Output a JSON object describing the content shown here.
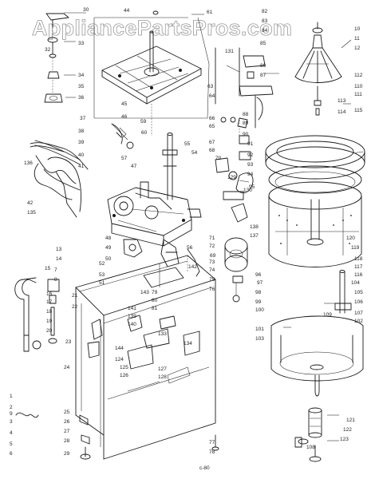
{
  "watermark": "AppliancePartsPros.com",
  "diagram_ref": "44",
  "tiny_mark": "c-80",
  "callouts": [
    "30",
    "33",
    "32",
    "34",
    "35",
    "36",
    "37",
    "38",
    "39",
    "40",
    "41",
    "42",
    "136",
    "45",
    "46",
    "47",
    "48",
    "49",
    "50",
    "51",
    "52",
    "53",
    "54",
    "55",
    "56",
    "57",
    "59",
    "60",
    "61",
    "63",
    "64",
    "65",
    "66",
    "67",
    "68",
    "69",
    "70",
    "71",
    "72",
    "73",
    "74",
    "75",
    "76",
    "77",
    "78",
    "79",
    "80",
    "81",
    "82",
    "83",
    "84",
    "85",
    "86",
    "87",
    "88",
    "89",
    "90",
    "91",
    "92",
    "93",
    "94",
    "95",
    "96",
    "97",
    "98",
    "99",
    "100",
    "101",
    "102",
    "103",
    "104",
    "105",
    "106",
    "107",
    "108",
    "109",
    "110",
    "111",
    "112",
    "113",
    "114",
    "115",
    "116",
    "117",
    "118",
    "119",
    "120",
    "121",
    "122",
    "123",
    "124",
    "125",
    "126",
    "127",
    "128",
    "129",
    "130",
    "131",
    "133",
    "134",
    "135",
    "137",
    "138",
    "139",
    "140",
    "141",
    "142",
    "143",
    "144",
    "1",
    "2",
    "3",
    "4",
    "5",
    "6",
    "7",
    "8",
    "9",
    "10",
    "11",
    "12",
    "13",
    "14",
    "15",
    "16",
    "17",
    "18",
    "19",
    "20",
    "21",
    "22",
    "23",
    "24",
    "25",
    "26",
    "27",
    "28",
    "29"
  ]
}
